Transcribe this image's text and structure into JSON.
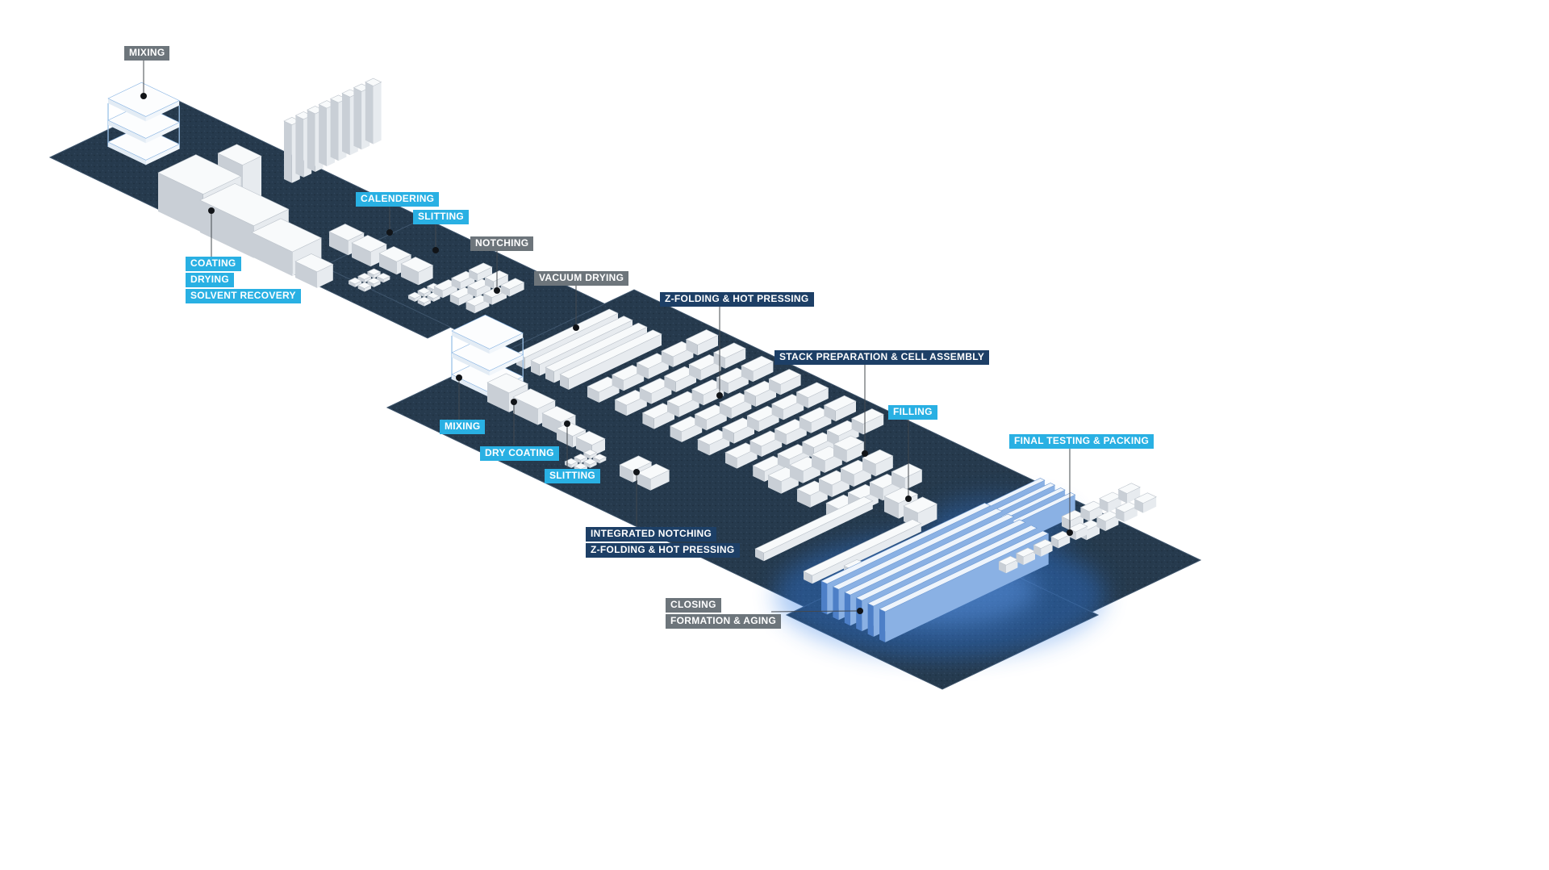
{
  "diagram": {
    "labels": [
      {
        "id": "mixing-1",
        "text": "MIXING",
        "color": "gray"
      },
      {
        "id": "coating",
        "text": "COATING",
        "color": "cyan"
      },
      {
        "id": "drying",
        "text": "DRYING",
        "color": "cyan"
      },
      {
        "id": "solvent-recovery",
        "text": "SOLVENT RECOVERY",
        "color": "cyan"
      },
      {
        "id": "calendering",
        "text": "CALENDERING",
        "color": "cyan"
      },
      {
        "id": "slitting-1",
        "text": "SLITTING",
        "color": "cyan"
      },
      {
        "id": "notching",
        "text": "NOTCHING",
        "color": "gray"
      },
      {
        "id": "vacuum-drying",
        "text": "VACUUM DRYING",
        "color": "gray"
      },
      {
        "id": "z-folding-hot-pressing-1",
        "text": "Z-FOLDING & HOT PRESSING",
        "color": "navy"
      },
      {
        "id": "stack-preparation",
        "text": "STACK PREPARATION & CELL ASSEMBLY",
        "color": "navy"
      },
      {
        "id": "filling",
        "text": "FILLING",
        "color": "cyan"
      },
      {
        "id": "final-testing-packing",
        "text": "FINAL TESTING & PACKING",
        "color": "cyan"
      },
      {
        "id": "mixing-2",
        "text": "MIXING",
        "color": "cyan"
      },
      {
        "id": "dry-coating",
        "text": "DRY COATING",
        "color": "cyan"
      },
      {
        "id": "slitting-2",
        "text": "SLITTING",
        "color": "cyan"
      },
      {
        "id": "integrated-notching",
        "text": "INTEGRATED NOTCHING",
        "color": "navy"
      },
      {
        "id": "z-folding-hot-pressing-2",
        "text": "Z-FOLDING & HOT PRESSING",
        "color": "navy"
      },
      {
        "id": "closing",
        "text": "CLOSING",
        "color": "gray"
      },
      {
        "id": "formation-aging",
        "text": "FORMATION & AGING",
        "color": "gray"
      }
    ],
    "colors": {
      "cyan": "#29b0e3",
      "navy": "#1d3f66",
      "gray": "#6d757b",
      "floor": "#263a4d",
      "rack_blue": "#4d7fc7",
      "glow_blue": "#2e7be6"
    }
  }
}
